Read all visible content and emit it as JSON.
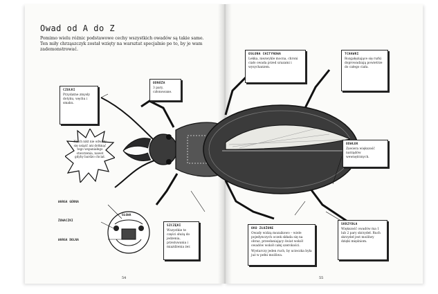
{
  "left_page": {
    "title": "Owad od A do Z",
    "intro": "Pomimo wielu różnic podstawowe cechy wszystkich owadów są takie same. Ten miły chrząszczyk został wzięty na warsztat specjalnie po to, by je wam zademonstrować.",
    "page_number": "54"
  },
  "right_page": {
    "page_number": "55"
  },
  "callouts": {
    "czulki": {
      "heading": "CZUŁKI",
      "text": "Przydatne zmysły dotyku, węchu i smaku."
    },
    "odnoza": {
      "heading": "ODNÓŻA",
      "text": "3 pary, członowane."
    },
    "starburst": {
      "text": "Niech nikt nie odważy się usiąść ani dotknąć tego wspaniałego stworzenia, nawet gdyby bardzo chciał."
    },
    "szczeki": {
      "heading": "SZCZĘKI",
      "text": "Wszystkie te części służą do jedzenia, przeżuwania i miażdżenia żer."
    },
    "oko": {
      "heading": "OKO ZŁOŻONE",
      "text": "Owady widzą mozaikowo – wiele pojedynczych oczek składa się na obraz, przesłaniający świat wokół owadów wokół całej szerokości."
    },
    "oko_extra": {
      "text": "Wystarczy jeden ruch, by ucieczka była już w pełni możliwa."
    },
    "oslona": {
      "heading": "OSŁONA CHITYNOWA",
      "text": "Lekka, niezwykle mocna, chroni ciało owada przed urazami i wysychaniem."
    },
    "tchawki": {
      "heading": "TCHAWKI",
      "text": "Rozgałęziające się rurki doprowadzają powietrze do całego ciała."
    },
    "odwlok": {
      "heading": "ODWŁOK",
      "text": "Zawiera większość narządów wewnętrznych."
    },
    "skrzydla": {
      "heading": "SKRZYDŁA",
      "text": "Większość owadów ma 1 lub 2 pary skrzydeł. Ruch skrzydeł jest możliwy dzięki mięśniom."
    }
  },
  "head_labels": {
    "warga_gorna": "WARGA GÓRNA",
    "zuwaczki": "ŻUWACZKI",
    "warga_dolna": "WARGA DOLNA",
    "glowa": "GŁOWA"
  }
}
